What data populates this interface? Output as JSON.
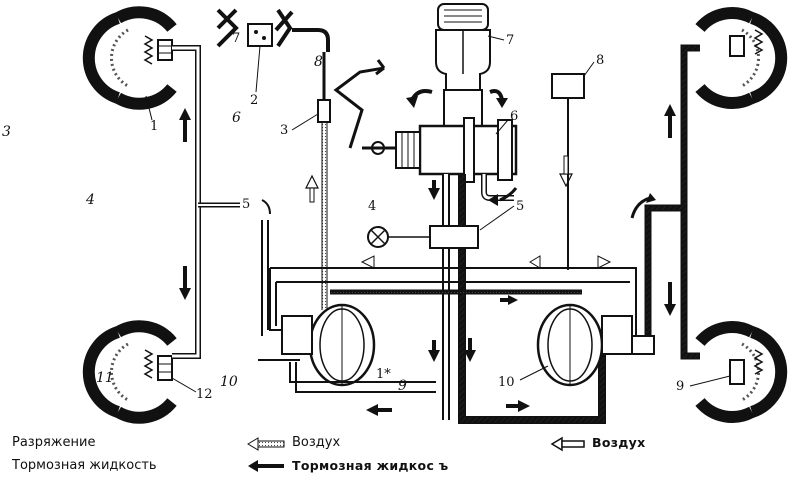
{
  "labels": {
    "shoe_tl": "1",
    "adjuster_num": "2",
    "valve_3": "3",
    "indicator_4": "4",
    "tee_5_center": "5",
    "tee_5_left": "5",
    "valve_6": "6",
    "master_7": "7",
    "adjuster_7": "7",
    "reservoir_8": "8",
    "line_8": "8",
    "shoe_br": "9",
    "line_9": "9",
    "booster_10": "10",
    "shoe_bl_12": "12",
    "booster_1star": "1*",
    "italic_3": "3",
    "italic_4": "4",
    "italic_6": "6",
    "italic_10": "10",
    "italic_11": "11"
  },
  "legend": {
    "vacuum": "Разряжение",
    "brake_fluid": "Тормозная жидкость",
    "air_left": "Воздух",
    "brake_fluid_right": "Тормозная жидкос ъ",
    "air_right": "Воздух"
  }
}
